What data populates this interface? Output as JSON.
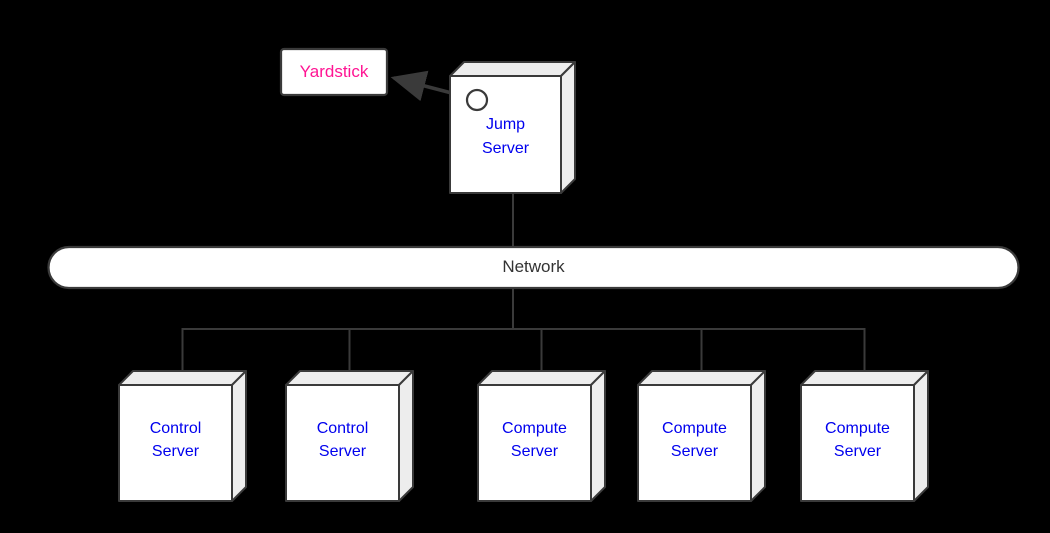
{
  "diagram": {
    "type": "network-topology",
    "background_color": "#000000",
    "colors": {
      "node_front_fill": "#ffffff",
      "node_side_fill": "#ededed",
      "stroke": "#3a3a3a",
      "server_label": "#0000ee",
      "yardstick_label": "#ff1493",
      "network_label": "#333333"
    },
    "nodes": {
      "yardstick": {
        "label": "Yardstick"
      },
      "jump_server": {
        "label": "Jump\nServer"
      },
      "network": {
        "label": "Network"
      },
      "servers": [
        {
          "label": "Control\nServer"
        },
        {
          "label": "Control\nServer"
        },
        {
          "label": "Compute\nServer"
        },
        {
          "label": "Compute\nServer"
        },
        {
          "label": "Compute\nServer"
        }
      ]
    },
    "connections": [
      "jump-server to network",
      "network to control-server-1",
      "network to control-server-2",
      "network to compute-server-1",
      "network to compute-server-2",
      "network to compute-server-3",
      "jump-server port to yardstick (arrow)"
    ]
  }
}
